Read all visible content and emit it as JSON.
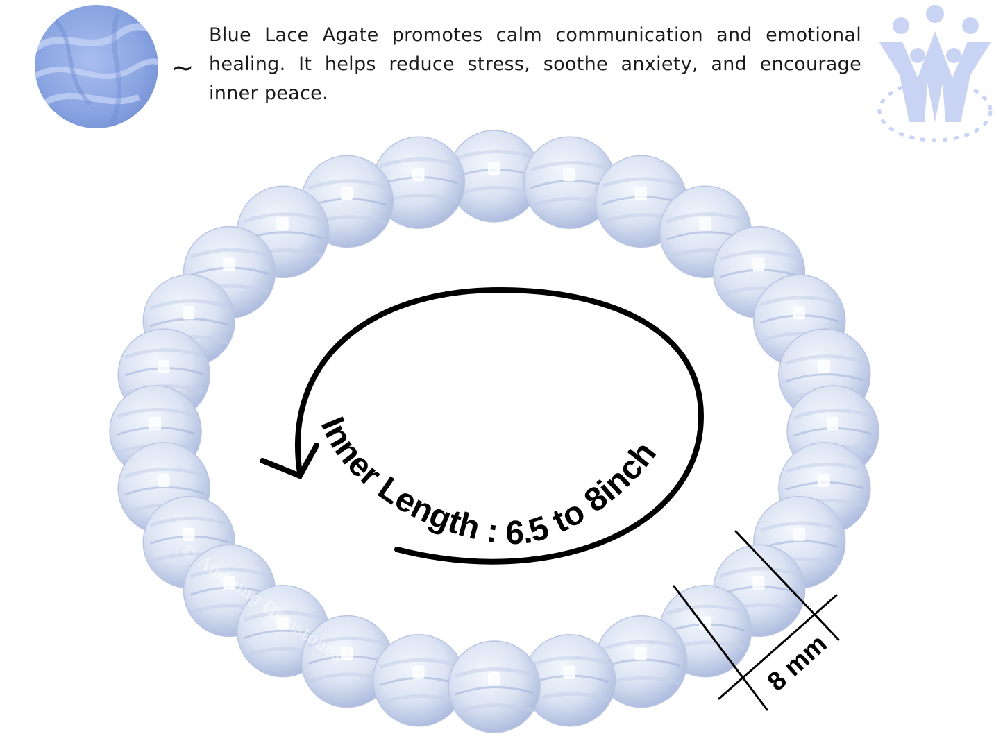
{
  "description": "Blue Lace Agate promotes calm communication and emotional healing. It helps reduce stress, soothe anxiety, and encourage inner peace.",
  "connector": "~",
  "inner_length_label": "Inner Length : 6.5 to 8inch",
  "bead_size_label": "8 mm",
  "watermark": "© Amazing Gemstones",
  "bead_count": 28,
  "colors": {
    "bead_light": "#e3e9f6",
    "bead_mid": "#c3cee7",
    "bead_dark": "#98a7cf",
    "stone_swatch": "#8aa5e2",
    "logo": "#c9d3f4",
    "ink": "#000000"
  },
  "icons": [
    "blue-lace-agate-swatch",
    "family-logo-icon",
    "circular-arrow-icon",
    "dimension-lines-icon"
  ]
}
